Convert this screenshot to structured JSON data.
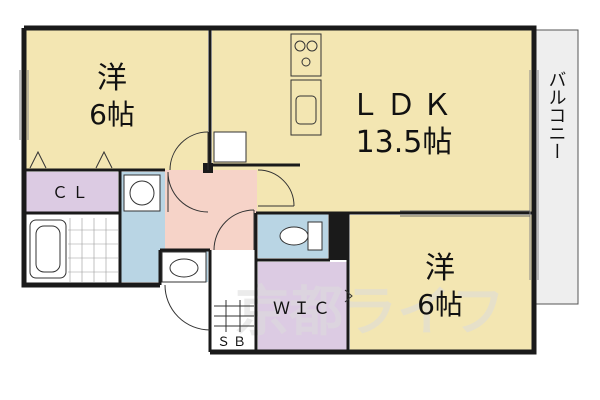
{
  "rooms": {
    "western_room_1": {
      "type": "洋",
      "size": "6帖"
    },
    "ldk": {
      "type": "ＬＤＫ",
      "size": "13.5帖"
    },
    "western_room_2": {
      "type": "洋",
      "size": "6帖"
    },
    "closet": {
      "label": "ＣＬ"
    },
    "walk_in_closet": {
      "label": "ＷＩＣ"
    },
    "shoe_box": {
      "label": "ＳＢ"
    },
    "balcony": {
      "label": "バルコニー"
    }
  },
  "watermark": {
    "text": "京都ライフ"
  },
  "colors": {
    "room_beige": "#f3e6b2",
    "wet_blue": "#b9d5e4",
    "entry_pink": "#f6d3c8",
    "closet_purple": "#dccbe3",
    "wall": "#1a1a1a",
    "balcony_gray": "#eeeeee"
  }
}
